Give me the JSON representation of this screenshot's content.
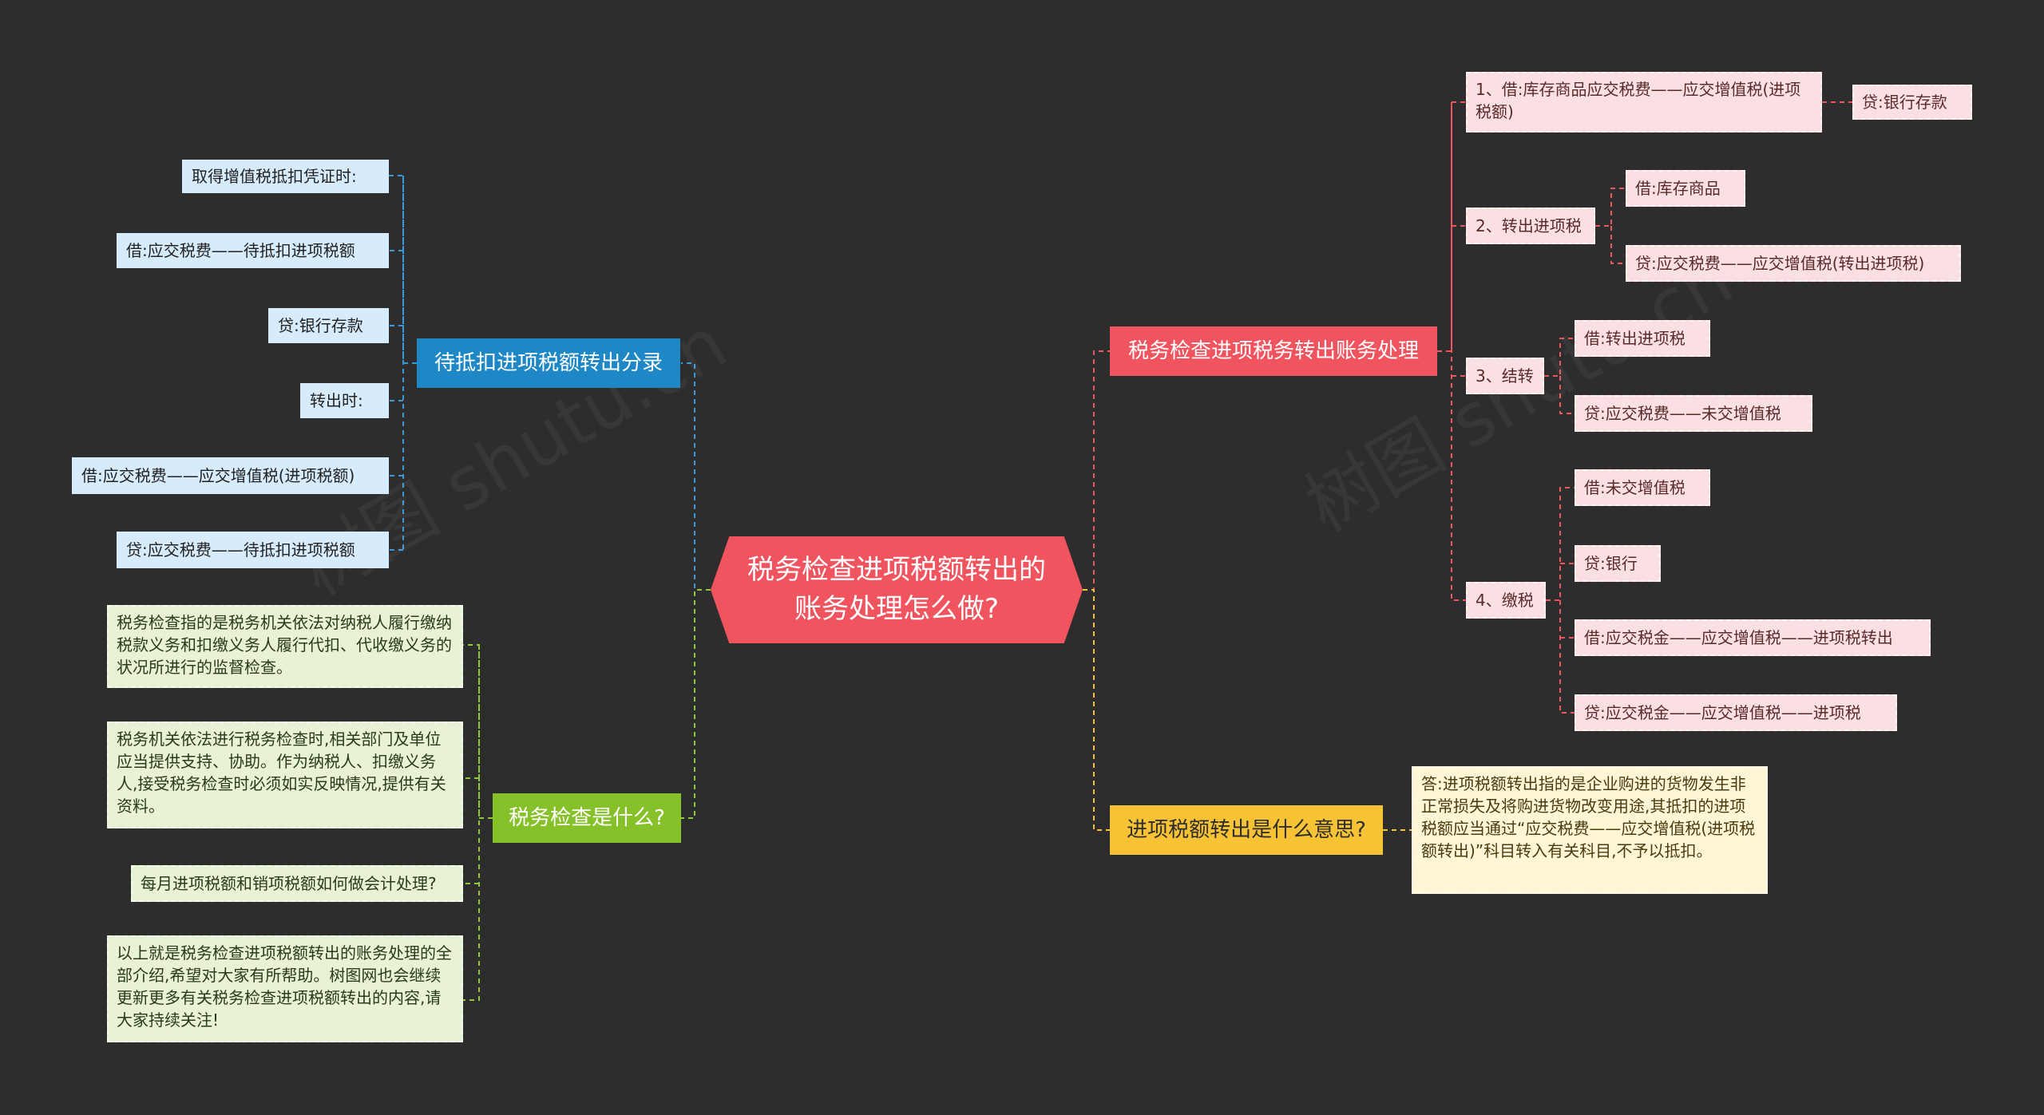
{
  "root": {
    "line1": "税务检查进项税额转出的",
    "line2": "账务处理怎么做?"
  },
  "branches": {
    "entries": "待抵扣进项税额转出分录",
    "accounting": "税务检查进项税务转出账务处理",
    "what_is_audit": "税务检查是什么?",
    "meaning": "进项税额转出是什么意思?"
  },
  "entries_leaves": [
    "取得增值税抵扣凭证时:",
    "借:应交税费——待抵扣进项税额",
    "贷:银行存款",
    "转出时:",
    "借:应交税费——应交增值税(进项税额)",
    "贷:应交税费——待抵扣进项税额"
  ],
  "accounting": {
    "step1": "1、借:库存商品应交税费——应交增值税(进项税额)",
    "step1_child": "贷:银行存款",
    "step2": "2、转出进项税",
    "step2_children": [
      "借:库存商品",
      "贷:应交税费——应交增值税(转出进项税)"
    ],
    "step3": "3、结转",
    "step3_children": [
      "借:转出进项税",
      "贷:应交税费——未交增值税"
    ],
    "step4": "4、缴税",
    "step4_children": [
      "借:未交增值税",
      "贷:银行",
      "借:应交税金——应交增值税——进项税转出",
      "贷:应交税金——应交增值税——进项税"
    ]
  },
  "audit_leaves": [
    "税务检查指的是税务机关依法对纳税人履行缴纳税款义务和扣缴义务人履行代扣、代收缴义务的状况所进行的监督检查。",
    "税务机关依法进行税务检查时,相关部门及单位应当提供支持、协助。作为纳税人、扣缴义务人,接受税务检查时必须如实反映情况,提供有关资料。",
    "每月进项税额和销项税额如何做会计处理?",
    "以上就是税务检查进项税额转出的账务处理的全部介绍,希望对大家有所帮助。树图网也会继续更新更多有关税务检查进项税额转出的内容,请大家持续关注!"
  ],
  "meaning_leaf": "答:进项税额转出指的是企业购进的货物发生非正常损失及将购进货物改变用途,其抵扣的进项税额应当通过“应交税费——应交增值税(进项税额转出)”科目转入有关科目,不予以抵扣。",
  "watermark": "树图 shutu.cn",
  "colors": {
    "background": "#2d2d2d",
    "root": "#f0555f",
    "blue_branch": "#1e88c7",
    "red_branch": "#f0555f",
    "green_branch": "#86c12a",
    "yellow_branch": "#f7c335"
  }
}
